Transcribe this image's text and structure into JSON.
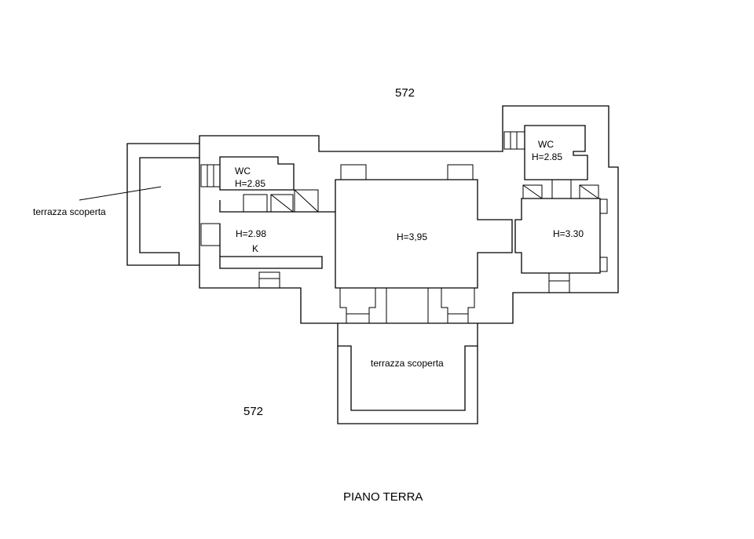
{
  "parcel_labels": {
    "top": "572",
    "bottom": "572"
  },
  "terraces": {
    "left": "terrazza scoperta",
    "bottom": "terrazza scoperta"
  },
  "rooms": {
    "wc_left": {
      "name": "WC",
      "height": "H=2.85"
    },
    "kitchen": {
      "height": "H=2.98",
      "name": "K"
    },
    "main": {
      "height": "H=3,95"
    },
    "wc_right": {
      "name": "WC",
      "height": "H=2.85"
    },
    "right_room": {
      "height": "H=3.30"
    }
  },
  "title": "PIANO TERRA"
}
